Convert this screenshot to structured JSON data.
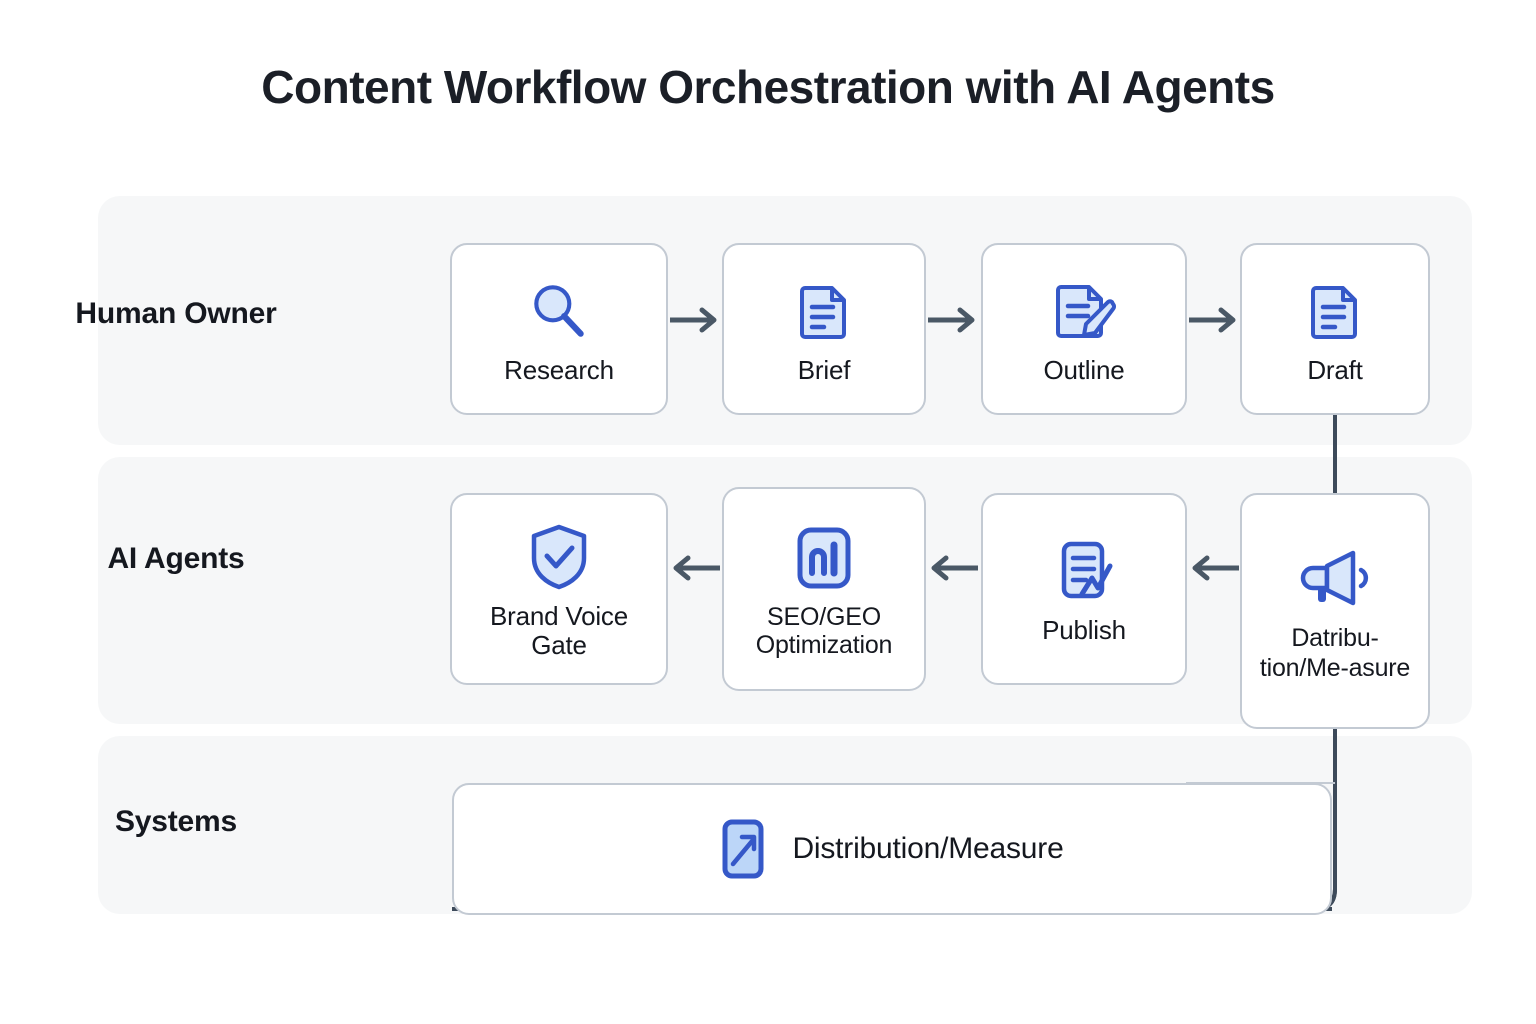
{
  "title": "Content Workflow Orchestration with AI Agents",
  "colors": {
    "background": "#ffffff",
    "band": "#f6f7f8",
    "card_border": "#c3cad3",
    "text": "#15181f",
    "icon_stroke": "#3558c8",
    "icon_fill": "#d3e3fb",
    "arrow": "#4a5866",
    "connector": "#3d4a5a"
  },
  "lanes": [
    {
      "id": "human-owner",
      "label": "Human Owner",
      "steps": [
        {
          "label": "Research",
          "icon": "magnifier-icon"
        },
        {
          "label": "Brief",
          "icon": "document-icon"
        },
        {
          "label": "Outline",
          "icon": "document-pen-icon"
        },
        {
          "label": "Draft",
          "icon": "document-icon"
        }
      ]
    },
    {
      "id": "ai-agents",
      "label": "AI Agents",
      "steps": [
        {
          "label": "Brand Voice Gate",
          "icon": "shield-check-icon"
        },
        {
          "label": "SEO/GEO Optimization",
          "icon": "bar-chart-icon"
        },
        {
          "label": "Publish",
          "icon": "document-check-icon"
        },
        {
          "label": "Datribu-tion/Me-asure",
          "icon": "megaphone-icon"
        }
      ]
    },
    {
      "id": "systems",
      "label": "Systems",
      "steps": [
        {
          "label": "Distribution/Measure",
          "icon": "arrow-up-right-box-icon"
        }
      ]
    }
  ],
  "arrows": {
    "row1": [
      "arrow-right",
      "arrow-right",
      "arrow-right"
    ],
    "row2": [
      "arrow-left",
      "arrow-left",
      "arrow-left"
    ]
  }
}
